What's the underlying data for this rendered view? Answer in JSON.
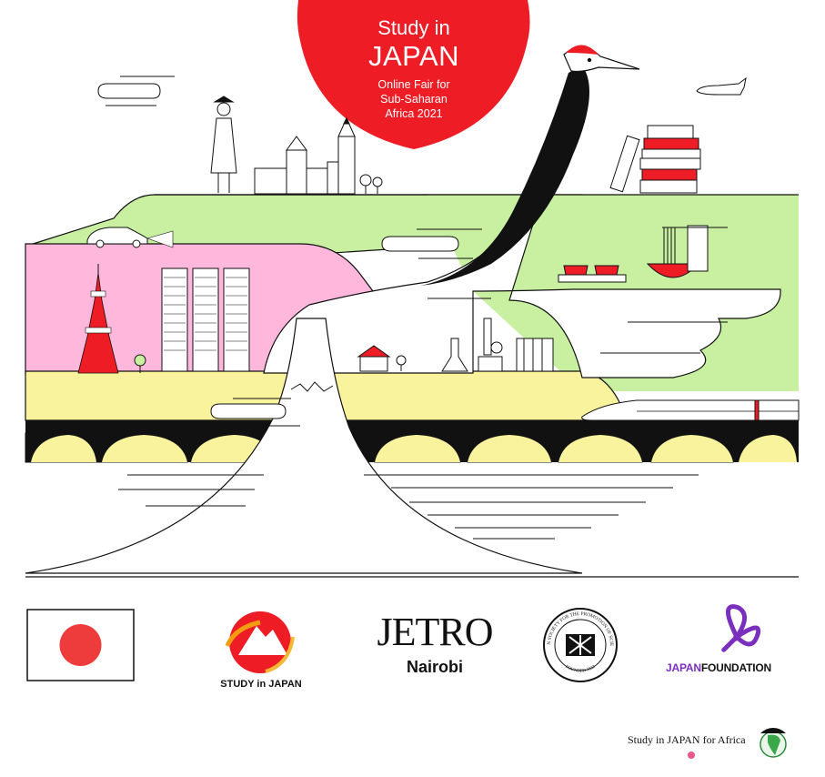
{
  "badge": {
    "line1": "Study in",
    "line2": "JAPAN",
    "sub1": "Online Fair for",
    "sub2": "Sub-Saharan",
    "sub3": "Africa 2021"
  },
  "logos": {
    "study_in_japan": "STUDY in JAPAN",
    "jetro": "JETRO",
    "jetro_city": "Nairobi",
    "jsps_ring": "JAPAN SOCIETY FOR THE PROMOTION OF SCIENCE",
    "jsps_founded": "FOUNDED 1932",
    "japan_foundation_a": "JAPAN",
    "japan_foundation_b": "FOUNDATION",
    "africa": "Study in JAPAN for Africa"
  },
  "colors": {
    "sun_red": "#ee1c25",
    "green": "#c8f0a0",
    "pink": "#ffb8dc",
    "yellow": "#f8f39c",
    "jf_purple": "#7b2fbf"
  }
}
